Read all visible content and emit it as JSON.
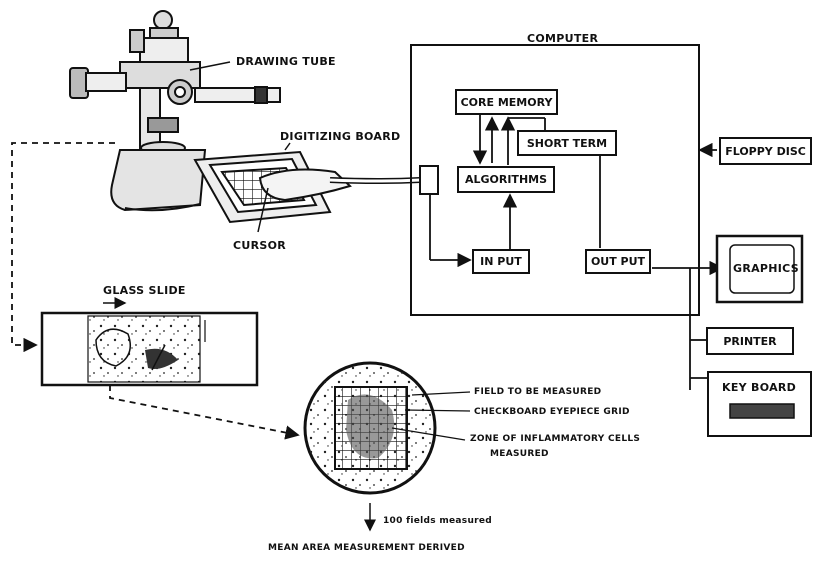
{
  "computer": {
    "title": "COMPUTER",
    "core_memory": "CORE MEMORY",
    "short_term": "SHORT TERM",
    "algorithms": "ALGORITHMS",
    "input": "IN PUT",
    "output": "OUT PUT"
  },
  "peripherals": {
    "floppy_disc": "FLOPPY DISC",
    "graphics": "GRAPHICS",
    "printer": "PRINTER",
    "keyboard": "KEY BOARD"
  },
  "microscope": {
    "drawing_tube": "DRAWING TUBE",
    "digitizing_board": "DIGITIZING BOARD",
    "cursor": "CURSOR"
  },
  "slide": {
    "glass_slide": "GLASS SLIDE"
  },
  "field": {
    "field_to_measure": "FIELD TO BE MEASURED",
    "eyepiece_grid": "CHECKBOARD EYEPIECE GRID",
    "zone_line1": "ZONE OF INFLAMMATORY CELLS",
    "zone_line2": "MEASURED",
    "fields_count": "100 fields measured",
    "result": "MEAN AREA MEASUREMENT DERIVED"
  }
}
